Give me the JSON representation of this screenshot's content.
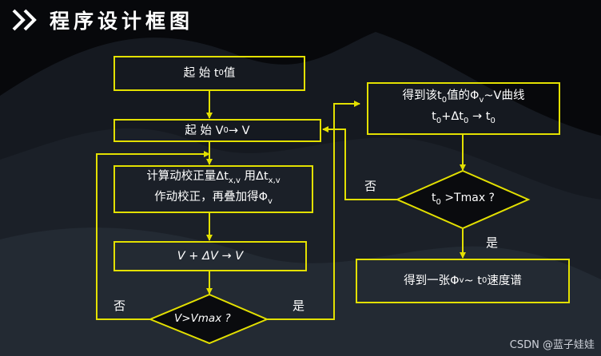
{
  "title": "程序设计框图",
  "nodes": {
    "start_t0": {
      "prefix": "起  始  t",
      "sub": "0",
      "suffix": " 值"
    },
    "start_v0": {
      "prefix": "起  始  V",
      "sub": "0",
      "suffix": " → V"
    },
    "calc": {
      "line1_a": "计算动校正量Δt",
      "line1_sub1": "x,v",
      "line1_b": " 用Δt",
      "line1_sub2": "x,v",
      "line2_a": "作动校正，再叠加得Φ",
      "line2_sub": "v"
    },
    "update_v": "V + ΔV → V",
    "check_v": "V>Vmax ?",
    "curve": {
      "line1_a": "得到该t",
      "line1_sub1": "0",
      "line1_b": "值的Φ",
      "line1_sub2": "v",
      "line1_c": "~V曲线",
      "line2_a": "t",
      "line2_sub1": "0",
      "line2_b": "+Δt",
      "line2_sub2": "0",
      "line2_c": "  → t",
      "line2_sub3": "0"
    },
    "check_t": {
      "prefix": "t",
      "sub": "0",
      "suffix": " >Tmax ?"
    },
    "spectrum": {
      "a": "得到一张Φ",
      "sub1": "v",
      "b": "~ t",
      "sub2": "0",
      "c": "速度谱"
    }
  },
  "edge_labels": {
    "no_left": "否",
    "yes_right": "是",
    "no_top": "否",
    "yes_bottom": "是"
  },
  "watermark": "CSDN @蓝子娃娃",
  "colors": {
    "line": "#e3e000",
    "text": "#ffffff",
    "background": "#07080b"
  }
}
